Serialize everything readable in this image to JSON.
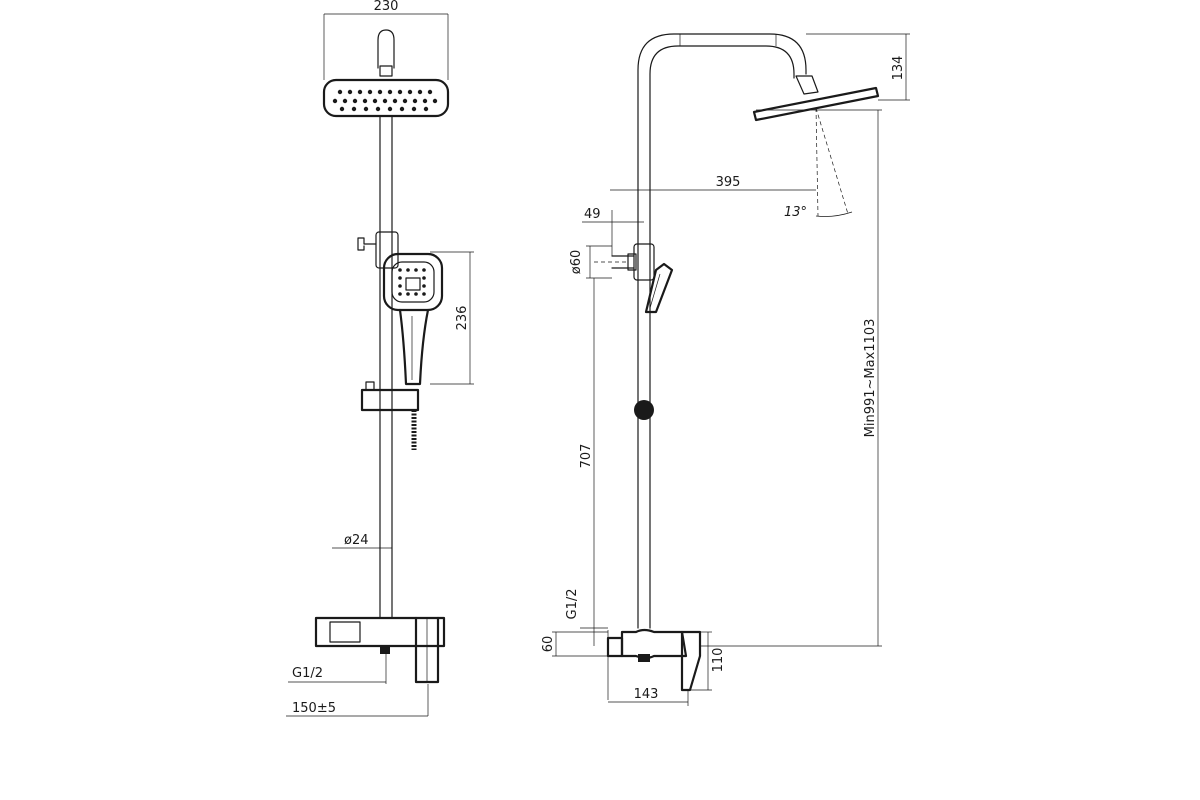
{
  "front_view": {
    "width_dim": "230",
    "handshower_dim": "236",
    "pipe_dim": "ø24",
    "inlet_dim": "G1/2",
    "spacing_dim": "150±5"
  },
  "side_view": {
    "height_dim": "134",
    "reach_dim": "395",
    "angle_dim": "13°",
    "offset_dim": "49",
    "holder_dim": "ø60",
    "slide_dim": "707",
    "total_dim": "Min991~Max1103",
    "inlet_dim": "G1/2",
    "wall_dim": "60",
    "mixer_height_dim": "110",
    "mixer_depth_dim": "143"
  }
}
